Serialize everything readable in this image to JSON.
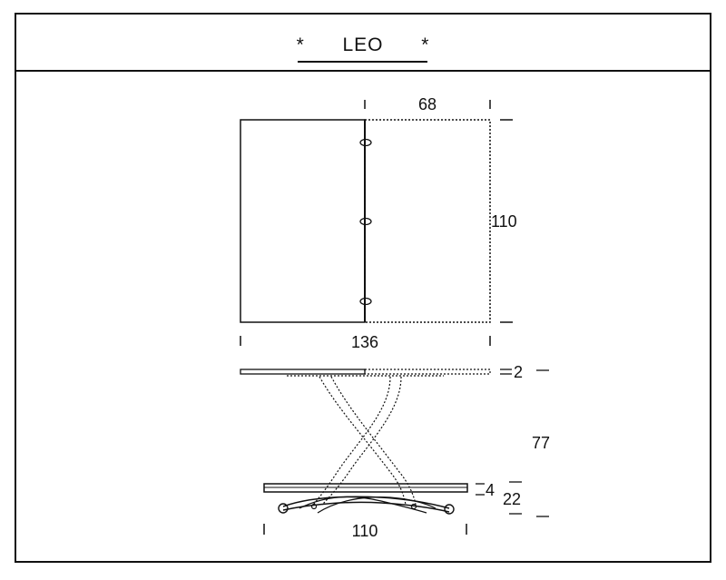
{
  "title": "LEO",
  "title_mark": "*",
  "dimensions": {
    "extension_width": "68",
    "depth": "110",
    "extended_length": "136",
    "top_thickness": "2",
    "max_height": "77",
    "base_thickness": "4",
    "min_height": "22",
    "base_length": "110"
  }
}
